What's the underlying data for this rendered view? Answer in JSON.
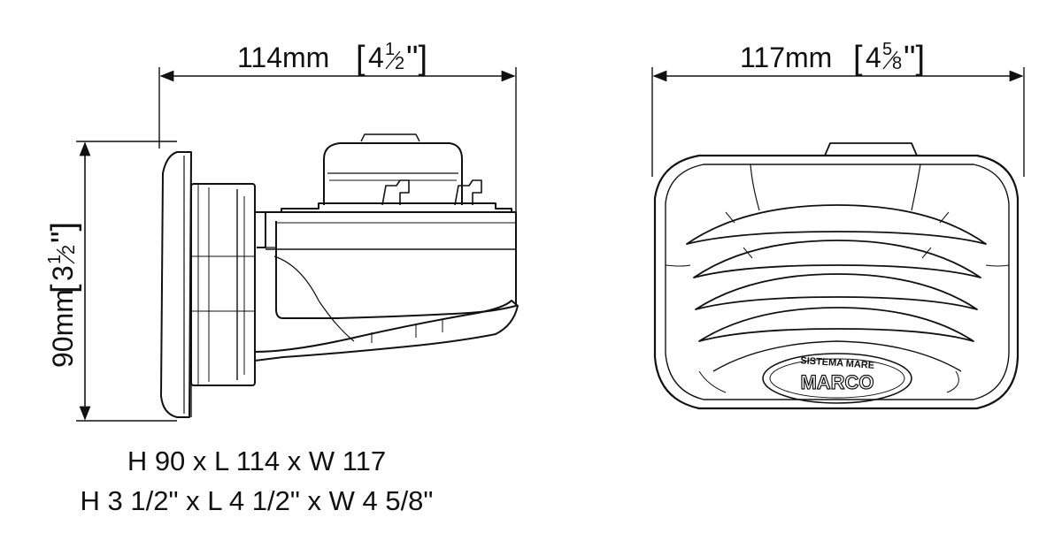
{
  "dimensions": {
    "side_length": {
      "metric": "114mm",
      "open": "[",
      "inch_whole": "4",
      "inch_num": "1",
      "inch_den": "2",
      "close": "\"]"
    },
    "front_width": {
      "metric": "117mm",
      "open": "[",
      "inch_whole": "4",
      "inch_num": "5",
      "inch_den": "8",
      "close": "\"]"
    },
    "height": {
      "metric": "90mm",
      "open": "[",
      "inch_whole": "3",
      "inch_num": "1",
      "inch_den": "2",
      "close": "\"]"
    }
  },
  "logo": {
    "brand": "MARCO",
    "tagline": "SISTEMA MARE"
  },
  "captions": {
    "metric": "H 90 x L 114 x W 117",
    "imperial": "H 3 1/2\" x L 4 1/2\" x W 4 5/8\""
  }
}
